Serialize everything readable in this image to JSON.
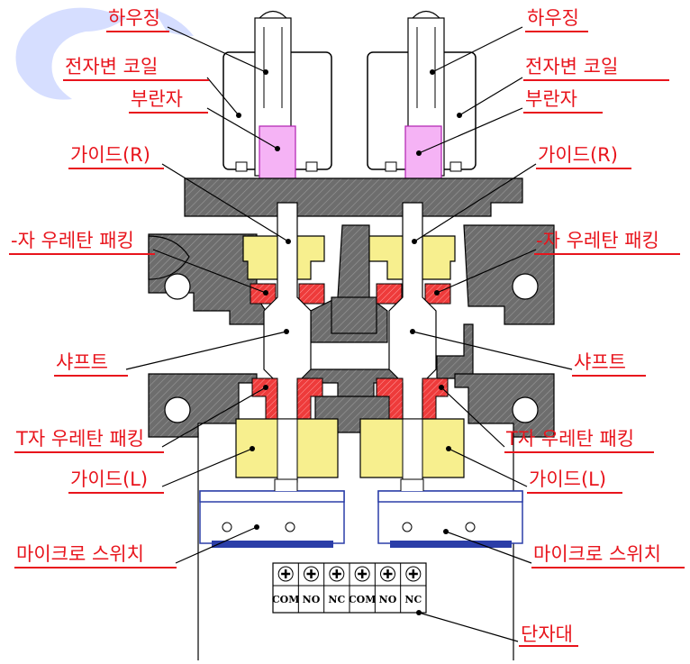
{
  "colors": {
    "label_red": "#e8141c",
    "body_gray": "#6d6d6d",
    "guide_yellow": "#f7ef8e",
    "packing_red": "#ee3b3b",
    "plunger_pink": "#f5b3f5",
    "switch_blue": "#2b3ea8"
  },
  "labels": {
    "housing_left": "하우징",
    "housing_right": "하우징",
    "coil_left": "전자변 코일",
    "coil_right": "전자변 코일",
    "plunger_left": "부란자",
    "plunger_right": "부란자",
    "guide_r_left": "가이드(R)",
    "guide_r_right": "가이드(R)",
    "packing_dash_left": "-자 우레탄 패킹",
    "packing_dash_right": "-자 우레탄 패킹",
    "shaft_left": "샤프트",
    "shaft_right": "샤프트",
    "packing_t_left": "T자 우레탄 패킹",
    "packing_t_right": "T자 우레탄 패킹",
    "guide_l_left": "가이드(L)",
    "guide_l_right": "가이드(L)",
    "micro_switch_left": "마이크로 스위치",
    "micro_switch_right": "마이크로 스위치",
    "terminal_block": "단자대"
  },
  "terminals": [
    "COM",
    "NO",
    "NC",
    "COM",
    "NO",
    "NC"
  ],
  "icons": [
    "terminal-screw-icon"
  ]
}
